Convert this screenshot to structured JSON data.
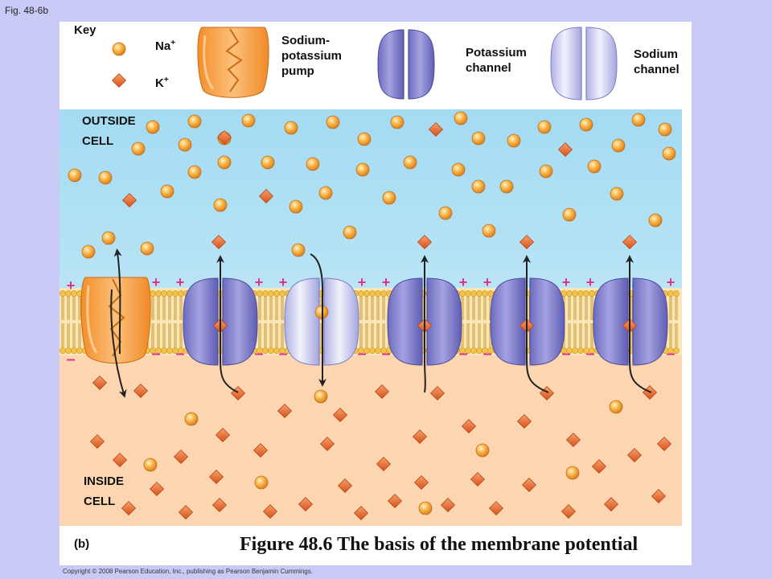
{
  "figure_ref": "Fig. 48-6b",
  "key": {
    "title": "Key",
    "na_label": "Na",
    "k_label": "K",
    "ion_charge": "+",
    "pump_label": [
      "Sodium-",
      "potassium",
      "pump"
    ],
    "potassium_channel_label": [
      "Potassium",
      "channel"
    ],
    "sodium_channel_label": [
      "Sodium",
      "channel"
    ]
  },
  "outside_label": [
    "OUTSIDE",
    "CELL"
  ],
  "inside_label": [
    "INSIDE",
    "CELL"
  ],
  "plus_sign": "+",
  "minus_sign": "–",
  "panel_letter": "(b)",
  "caption": "Figure 48.6 The basis of the membrane potential",
  "copyright": "Copyright © 2008 Pearson Education, Inc., publishing as Pearson Benjamin Cummings.",
  "colors": {
    "outside": "#a6dcf3",
    "inside": "#fbd7b1",
    "sodium_ion": "#f7a633",
    "potassium_ion": "#ea6b2a",
    "pump": "#f8a046",
    "potassium_channel": "#8d8cd3",
    "sodium_channel": "#c6c8ef",
    "membrane_head": "#f4c24a",
    "slide_background": "#c9cbf6"
  }
}
